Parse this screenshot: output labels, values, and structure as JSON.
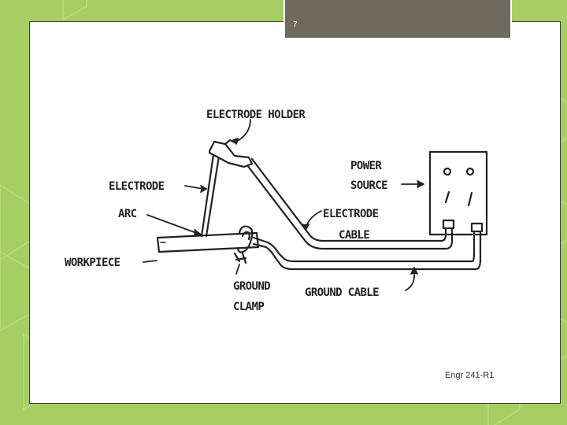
{
  "slide": {
    "page_number": "7",
    "footer": "Engr 241-R1"
  },
  "diagram": {
    "labels": {
      "electrode_holder": "ELECTRODE HOLDER",
      "power_source_line1": "POWER",
      "power_source_line2": "SOURCE",
      "electrode": "ELECTRODE",
      "electrode_cable_line1": "ELECTRODE",
      "electrode_cable_line2": "CABLE",
      "arc": "ARC",
      "workpiece": "WORKPIECE",
      "ground_clamp_line1": "GROUND",
      "ground_clamp_line2": "CLAMP",
      "ground_cable": "GROUND CABLE"
    }
  },
  "colors": {
    "background": "#a6cf63",
    "tab": "#6e6a5d",
    "ink": "#222222"
  }
}
